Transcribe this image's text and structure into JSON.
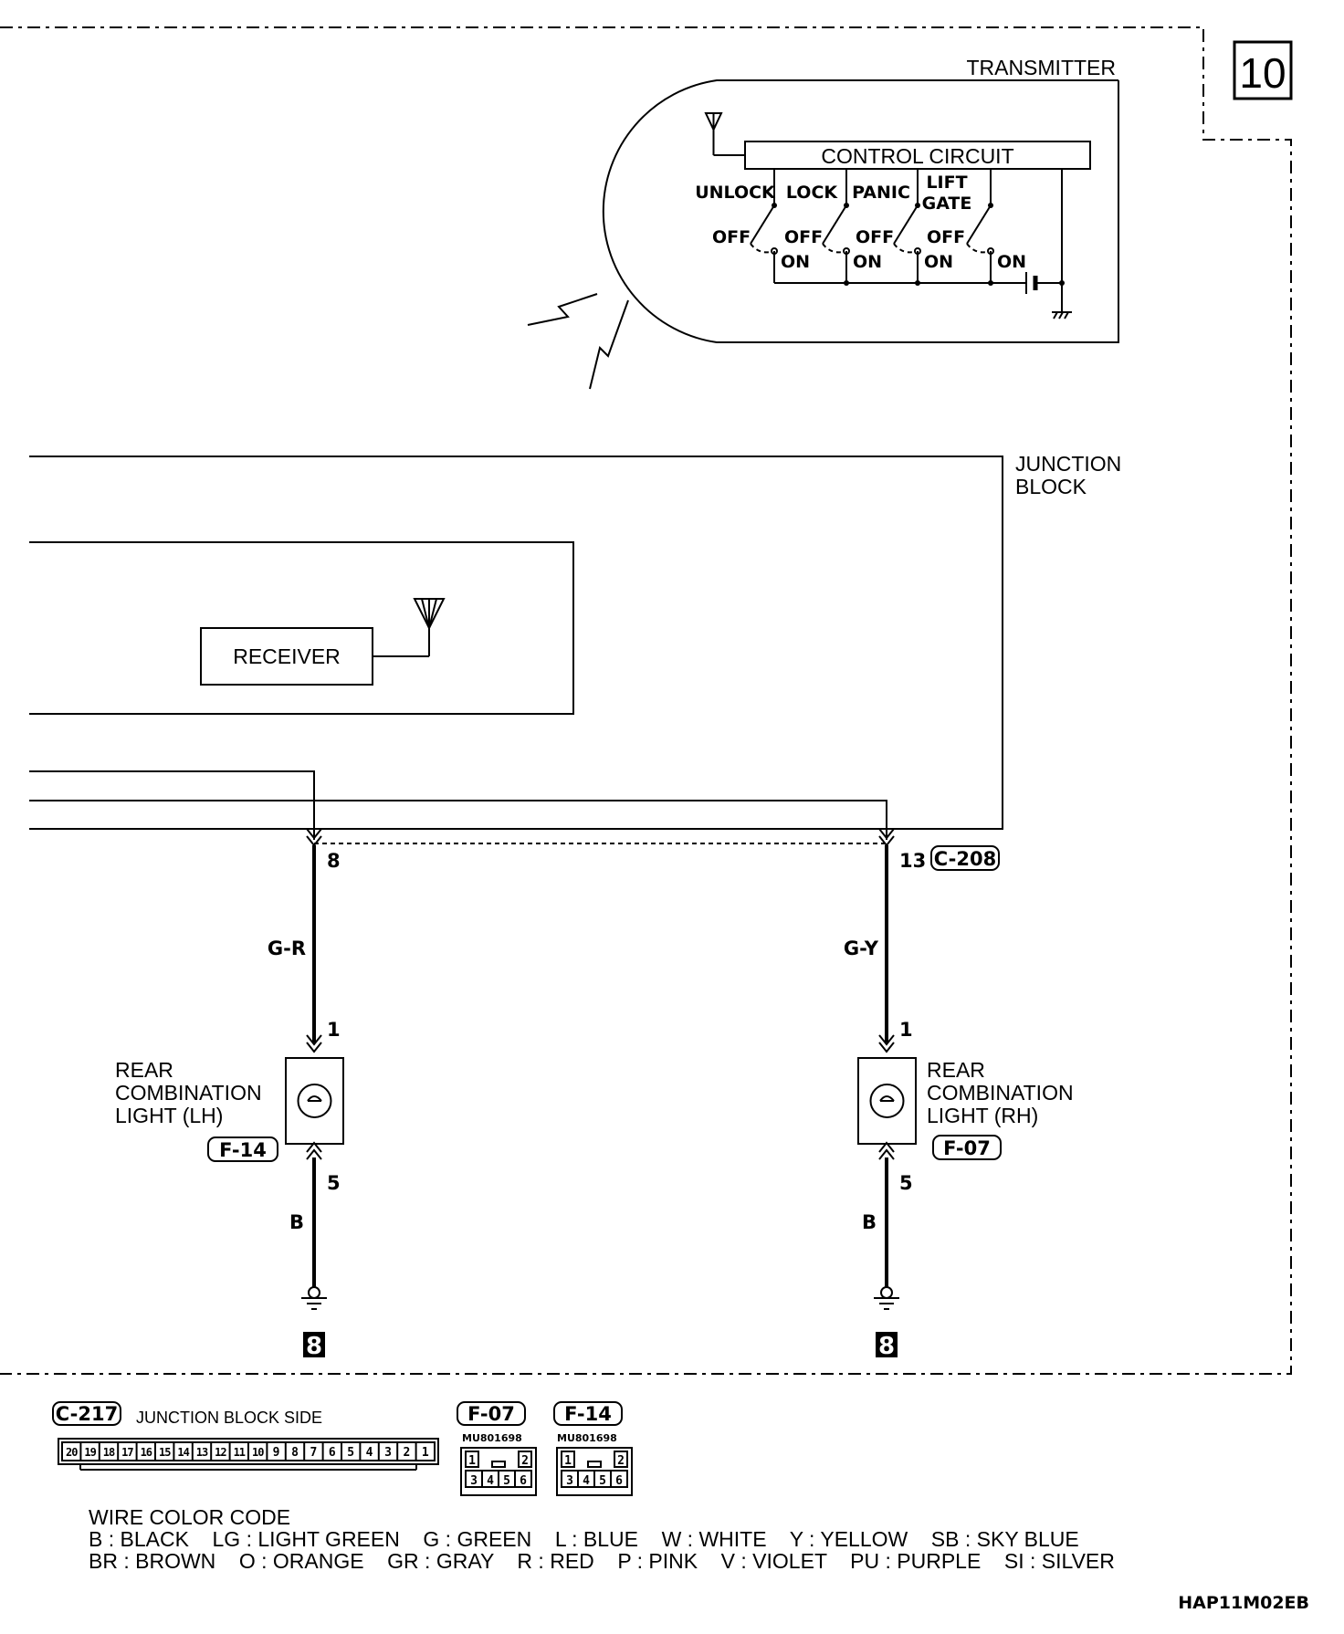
{
  "page_number": "10",
  "transmitter": {
    "title": "TRANSMITTER",
    "control_circuit": "CONTROL CIRCUIT",
    "switches": [
      {
        "name": "UNLOCK",
        "off": "OFF",
        "on": "ON"
      },
      {
        "name": "LOCK",
        "off": "OFF",
        "on": "ON"
      },
      {
        "name": "PANIC",
        "off": "OFF",
        "on": "ON"
      },
      {
        "name_line1": "LIFT",
        "name_line2": "GATE",
        "off": "OFF",
        "on": "ON"
      }
    ]
  },
  "junction_block": {
    "line1": "JUNCTION",
    "line2": "BLOCK"
  },
  "receiver": "RECEIVER",
  "left_circuit": {
    "jb_pin": "8",
    "wire_color": "G-R",
    "lamp_pin_top": "1",
    "lamp_pin_bottom": "5",
    "ground_wire": "B",
    "lamp_label": [
      "REAR",
      "COMBINATION",
      "LIGHT (LH)"
    ],
    "connector": "F-14",
    "ground_ref": "8"
  },
  "right_circuit": {
    "jb_pin": "13",
    "jb_connector": "C-208",
    "wire_color": "G-Y",
    "lamp_pin_top": "1",
    "lamp_pin_bottom": "5",
    "ground_wire": "B",
    "lamp_label": [
      "REAR",
      "COMBINATION",
      "LIGHT (RH)"
    ],
    "connector": "F-07",
    "ground_ref": "8"
  },
  "connector_views": {
    "c217": {
      "id": "C-217",
      "label": "JUNCTION BLOCK SIDE",
      "pins": [
        "20",
        "19",
        "18",
        "17",
        "16",
        "15",
        "14",
        "13",
        "12",
        "11",
        "10",
        "9",
        "8",
        "7",
        "6",
        "5",
        "4",
        "3",
        "2",
        "1"
      ]
    },
    "f07": {
      "id": "F-07",
      "part": "MU801698",
      "pins_top": [
        "1",
        "2"
      ],
      "pins_bottom": [
        "3",
        "4",
        "5",
        "6"
      ]
    },
    "f14": {
      "id": "F-14",
      "part": "MU801698",
      "pins_top": [
        "1",
        "2"
      ],
      "pins_bottom": [
        "3",
        "4",
        "5",
        "6"
      ]
    }
  },
  "wire_color_code": {
    "title": "WIRE COLOR CODE",
    "row1": "B : BLACK    LG : LIGHT GREEN    G : GREEN    L : BLUE    W : WHITE    Y : YELLOW    SB : SKY BLUE",
    "row2": "BR : BROWN    O : ORANGE    GR : GRAY    R : RED    P : PINK    V : VIOLET    PU : PURPLE    SI : SILVER"
  },
  "figure_code": "HAP11M02EB"
}
